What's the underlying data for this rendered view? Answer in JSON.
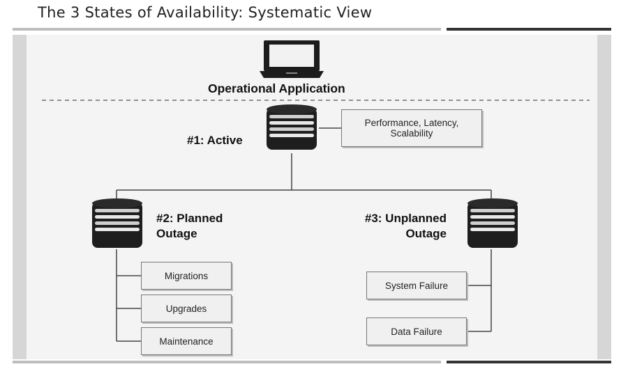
{
  "header": {
    "title": "The 3 States of Availability: Systematic View"
  },
  "application": {
    "label": "Operational Application"
  },
  "active": {
    "label": "#1: Active",
    "note": "Performance, Latency, Scalability"
  },
  "planned": {
    "label_line1": "#2: Planned",
    "label_line2": "Outage",
    "items": [
      "Migrations",
      "Upgrades",
      "Maintenance"
    ]
  },
  "unplanned": {
    "label_line1": "#3: Unplanned",
    "label_line2": "Outage",
    "items": [
      "System Failure",
      "Data Failure"
    ]
  },
  "colors": {
    "panel": "#d6d6d6",
    "panel_inner": "#f4f4f4",
    "db_body": "#222222",
    "rule_dark": "#333333"
  }
}
